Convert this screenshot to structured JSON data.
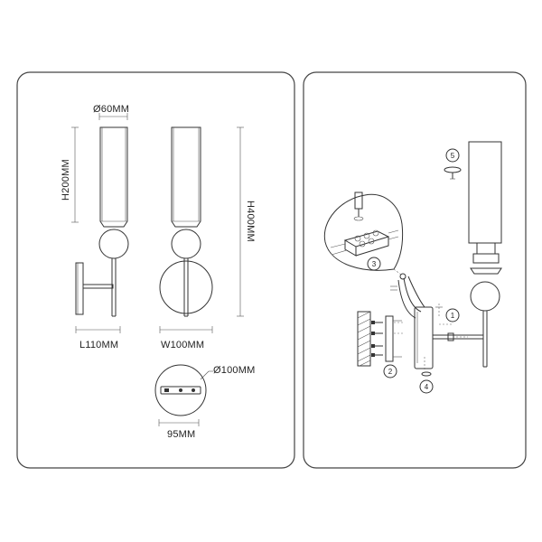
{
  "dimensions": {
    "diameter_top": "Ø60MM",
    "height_shade": "H200MM",
    "height_total": "H400MM",
    "length": "L110MM",
    "width": "W100MM",
    "diameter_base": "Ø100MM",
    "base_mount": "95MM"
  },
  "steps": [
    "1",
    "2",
    "3",
    "4",
    "5"
  ],
  "colors": {
    "line": "#333333",
    "panel_border": "#444444",
    "background": "#ffffff"
  }
}
